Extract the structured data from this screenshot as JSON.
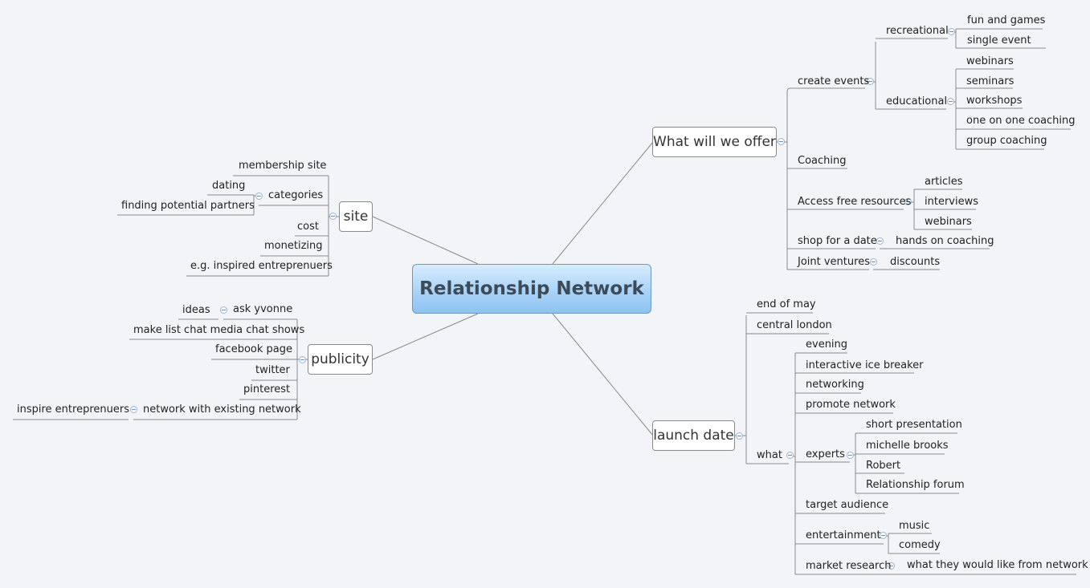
{
  "central_topic": "Relationship Network",
  "branches": {
    "offer": {
      "label": "What will we offer",
      "create_events": {
        "label": "create events",
        "recreational": {
          "label": "recreational",
          "items": [
            "fun and games",
            "single event"
          ]
        },
        "educational": {
          "label": "educational",
          "items": [
            "webinars",
            "seminars",
            "workshops",
            "one on one coaching",
            "group coaching"
          ]
        }
      },
      "coaching": "Coaching",
      "free_resources": {
        "label": "Access free resources",
        "items": [
          "articles",
          "interviews",
          "webinars"
        ]
      },
      "shop_date": {
        "label": "shop for a date",
        "child": "hands on coaching"
      },
      "joint_ventures": {
        "label": "Joint ventures",
        "child": "discounts"
      }
    },
    "launch": {
      "label": "launch date",
      "end_of_may": "end of may",
      "central_london": "central london",
      "what": {
        "label": "what",
        "evening": "evening",
        "ice_breaker": "interactive ice breaker",
        "networking": "networking",
        "promote": "promote network",
        "experts": {
          "label": "experts",
          "items": [
            "short presentation",
            "michelle brooks",
            "Robert",
            "Relationship forum"
          ]
        },
        "target": "target audience",
        "entertainment": {
          "label": "entertainment",
          "items": [
            "music",
            "comedy"
          ]
        },
        "market_research": {
          "label": "market research",
          "child": "what they would like from network"
        }
      }
    },
    "site": {
      "label": "site",
      "membership": "membership site",
      "categories": {
        "label": "categories",
        "items": [
          "dating",
          "finding potential partners"
        ]
      },
      "cost": "cost",
      "monetizing": "monetizing",
      "inspired": "e.g. inspired entreprenuers"
    },
    "publicity": {
      "label": "publicity",
      "ideas": {
        "label": "ask yvonne",
        "child": "ideas"
      },
      "chat_shows": "make list chat media chat shows",
      "facebook": "facebook page",
      "twitter": "twitter",
      "pinterest": "pinterest",
      "network": {
        "label": "network with existing network",
        "child": "inspire entreprenuers"
      }
    }
  },
  "colors": {
    "line": "#8a8a8a",
    "central_border": "#6d97c4",
    "collapse_icon": "#9ab3d4"
  }
}
